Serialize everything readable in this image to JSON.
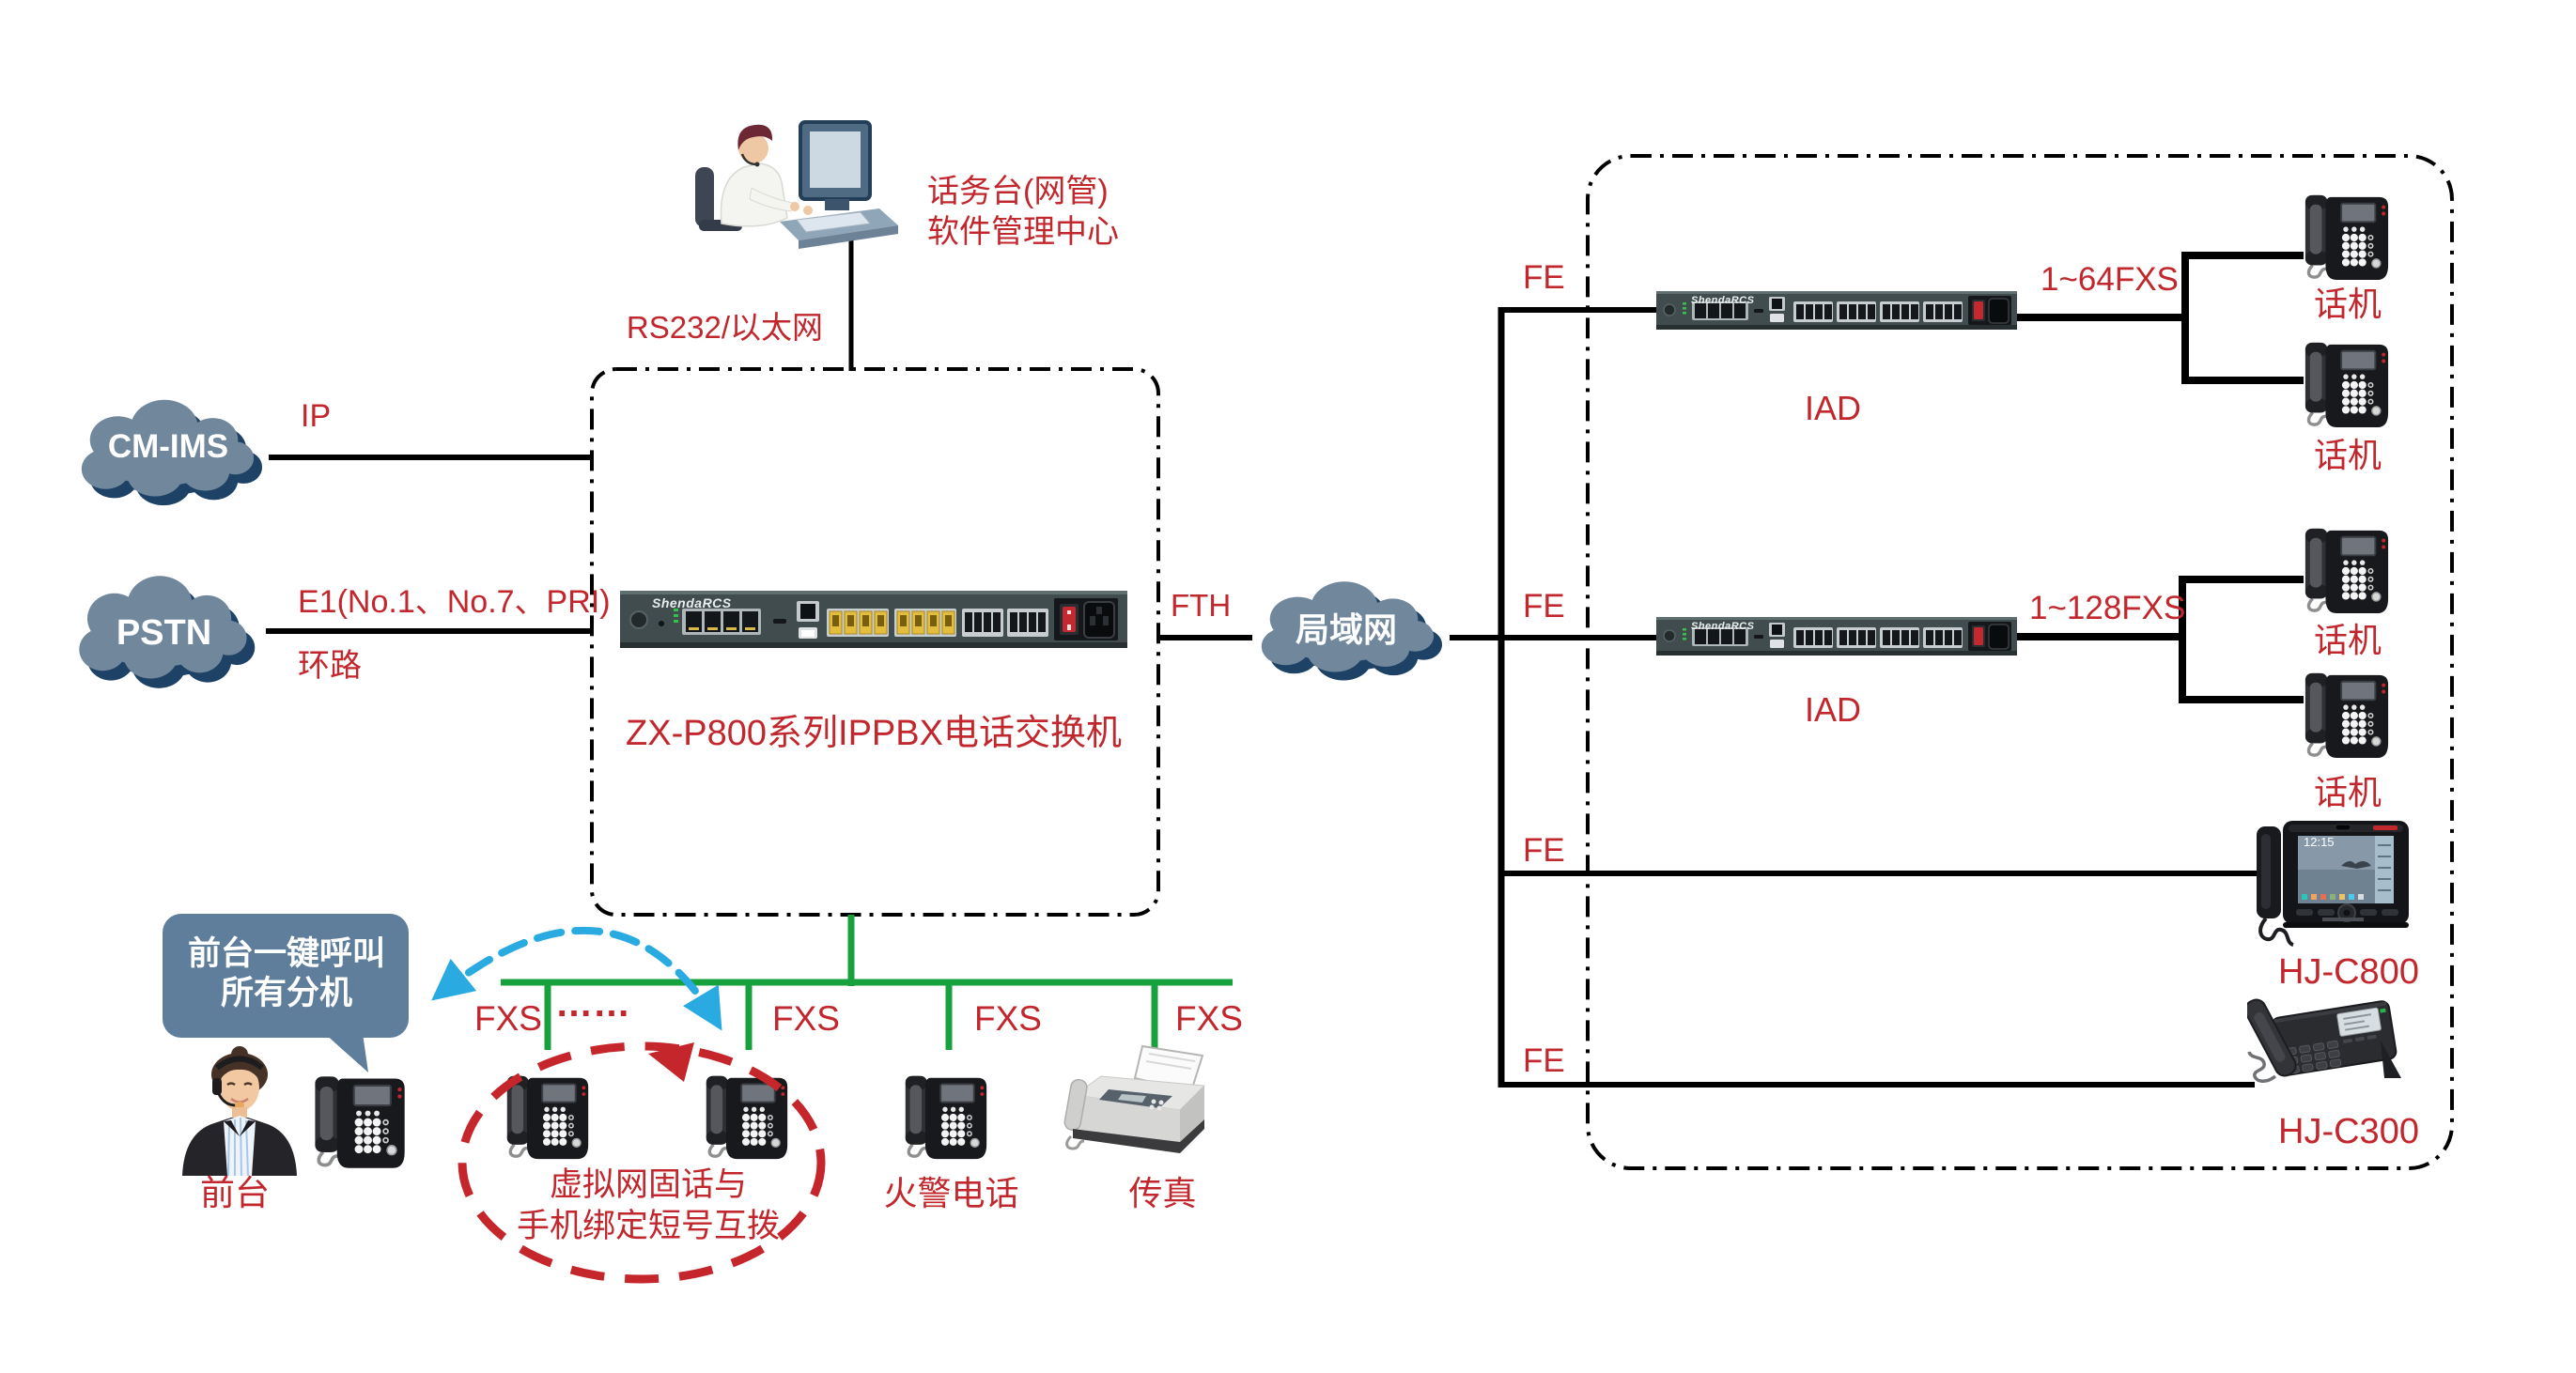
{
  "colors": {
    "red": "#c1272d",
    "green": "#17a13c",
    "blue": "#29abe2",
    "cloud": "#71879c",
    "cloud_shadow": "#1e4266",
    "bubble": "#5e7e9b",
    "line": "#000000"
  },
  "top": {
    "title1": "话务台(网管)",
    "title2": "软件管理中心",
    "link": "RS232/以太网"
  },
  "clouds": {
    "cm_ims": "CM-IMS",
    "pstn": "PSTN",
    "lan": "局域网"
  },
  "left": {
    "ip": "IP",
    "e1": "E1(No.1、No.7、PRI)",
    "loop": "环路"
  },
  "pbx": {
    "name": "ZX-P800系列IPPBX电话交换机",
    "fth": "FTH"
  },
  "device_brand": "ShendaRCS",
  "fe": [
    "FE",
    "FE",
    "FE",
    "FE"
  ],
  "g1": {
    "iad": "IAD",
    "capacity": "1~64FXS",
    "phones": [
      "话机",
      "话机"
    ]
  },
  "g2": {
    "iad": "IAD",
    "capacity": "1~128FXS",
    "phones": [
      "话机",
      "话机"
    ]
  },
  "ipphones": {
    "c800": "HJ-C800",
    "c800_time": "12:15",
    "c300": "HJ-C300"
  },
  "bottom": {
    "bubble1": "前台一键呼叫",
    "bubble2": "所有分机",
    "front_desk": "前台",
    "fxs": [
      "FXS",
      "FXS",
      "FXS",
      "FXS"
    ],
    "dots": "……",
    "ellipse1": "虚拟网固话与",
    "ellipse2": "手机绑定短号互拨",
    "fire": "火警电话",
    "fax": "传真"
  }
}
